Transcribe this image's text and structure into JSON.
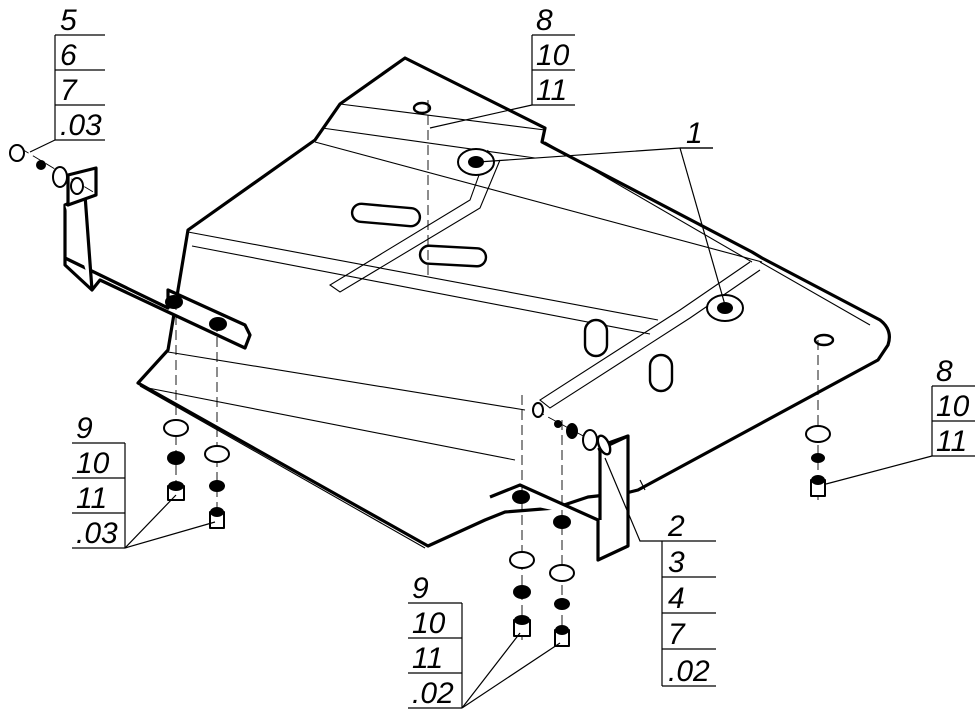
{
  "diagram": {
    "callouts": {
      "top_left": [
        "5",
        "6",
        "7",
        ".03"
      ],
      "top_center": [
        "8",
        "10",
        "11"
      ],
      "part_one": "1",
      "right": [
        "8",
        "10",
        "11"
      ],
      "bottom_left": [
        "9",
        "10",
        "11",
        ".03"
      ],
      "bottom_center": [
        "9",
        "10",
        "11",
        ".02"
      ],
      "bottom_right": [
        "2",
        "3",
        "4",
        "7",
        ".02"
      ]
    }
  }
}
